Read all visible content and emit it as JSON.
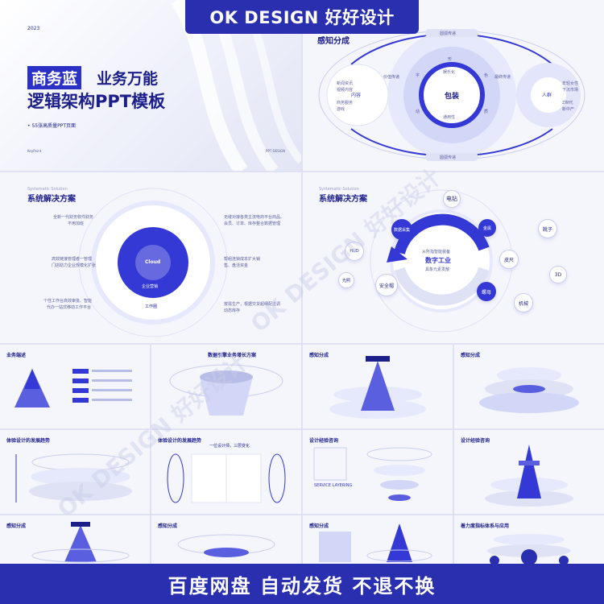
{
  "banner": {
    "top": "OK DESIGN 好好设计",
    "bottom": "百度网盘  自动发货  不退不换"
  },
  "watermark": "OK DESIGN 好好设计",
  "colors": {
    "primary": "#2a2fb0",
    "accent": "#3438d4",
    "bg": "#f5f6fc"
  },
  "hero": {
    "year": "2023",
    "tag": "商务蓝",
    "title1": "业务万能",
    "title2": "逻辑架构PPT模板",
    "sub": "55张高质量PPT页面",
    "footer_left": "KeyPoint",
    "footer_right": "PPT DESIGN"
  },
  "s2": {
    "title": "感知分成",
    "left": "内容",
    "center": "包装",
    "right": "人群",
    "ring": [
      "形",
      "字",
      "色",
      "动",
      "质",
      "娱乐化",
      "通用性"
    ],
    "tags": [
      "圆弧传递",
      "圆弧传递",
      "价值传递",
      "最终传递"
    ],
    "left_items": [
      "新闻资讯",
      "视频内容",
      "商务服务",
      "游戏"
    ],
    "right_items": [
      "年轻女性",
      "下沉市场",
      "Z世代",
      "新中产"
    ]
  },
  "s3": {
    "sub": "Systematic Solution",
    "title": "系统解决方案",
    "center": "Cloud",
    "ring_labels": [
      "企业营销",
      "工作圈"
    ],
    "left_notes": [
      "全新一代财务软件财务",
      "不用加班",
      "高效链接管理者一管理",
      "门店助力企业规模化扩张",
      "个性工作台高效审批、智能",
      "代办一站式移动工作平台"
    ],
    "right_notes": [
      "无缝对接各类主流电商平台商品、",
      "会员、订单、库存整合数据管理",
      "帮组连锁成本扩大销",
      "售、盘活资金",
      "按需生产，根据交货超细配送调",
      "动态库存"
    ]
  },
  "s4": {
    "sub": "Systematic Solution",
    "title": "系统解决方案",
    "main": "数字工业",
    "main_sub": "从所指智能装备",
    "main_sub2": "具象元素发散",
    "nodes": [
      "电钻",
      "数据采集",
      "金属",
      "靴子",
      "HUD",
      "皮尺",
      "3D",
      "光照",
      "安全帽",
      "螺母",
      "机械"
    ]
  },
  "s5": [
    "业务端述",
    "数据引擎业务增长方案",
    "感知分成",
    "感知分成"
  ],
  "s6": [
    "体验设计的发展趋势",
    "体验设计的发展趋势",
    "设计经验咨询",
    "设计经验咨询"
  ],
  "s6_sub": "一位设计师，三层变化",
  "s6_service": "SERVICE LAYERING",
  "s7": [
    "感知分成",
    "感知分成",
    "感知分成",
    "着力度指标体系与应用"
  ]
}
